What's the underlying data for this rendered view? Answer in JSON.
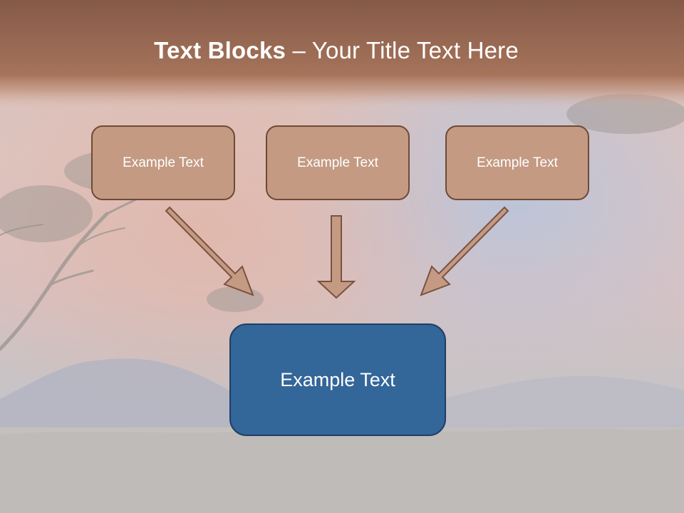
{
  "title": {
    "bold": "Text Blocks",
    "rest": "– Your Title Text Here"
  },
  "blocks": [
    {
      "label": "Example Text"
    },
    {
      "label": "Example Text"
    },
    {
      "label": "Example Text"
    }
  ],
  "target": {
    "label": "Example Text"
  },
  "colors": {
    "title_band": "#9a6a52",
    "small_box_fill": "#c49a82",
    "small_box_border": "#6e4a37",
    "arrow_fill": "#c49a82",
    "target_fill": "#336699",
    "target_border": "#1f3f66"
  }
}
